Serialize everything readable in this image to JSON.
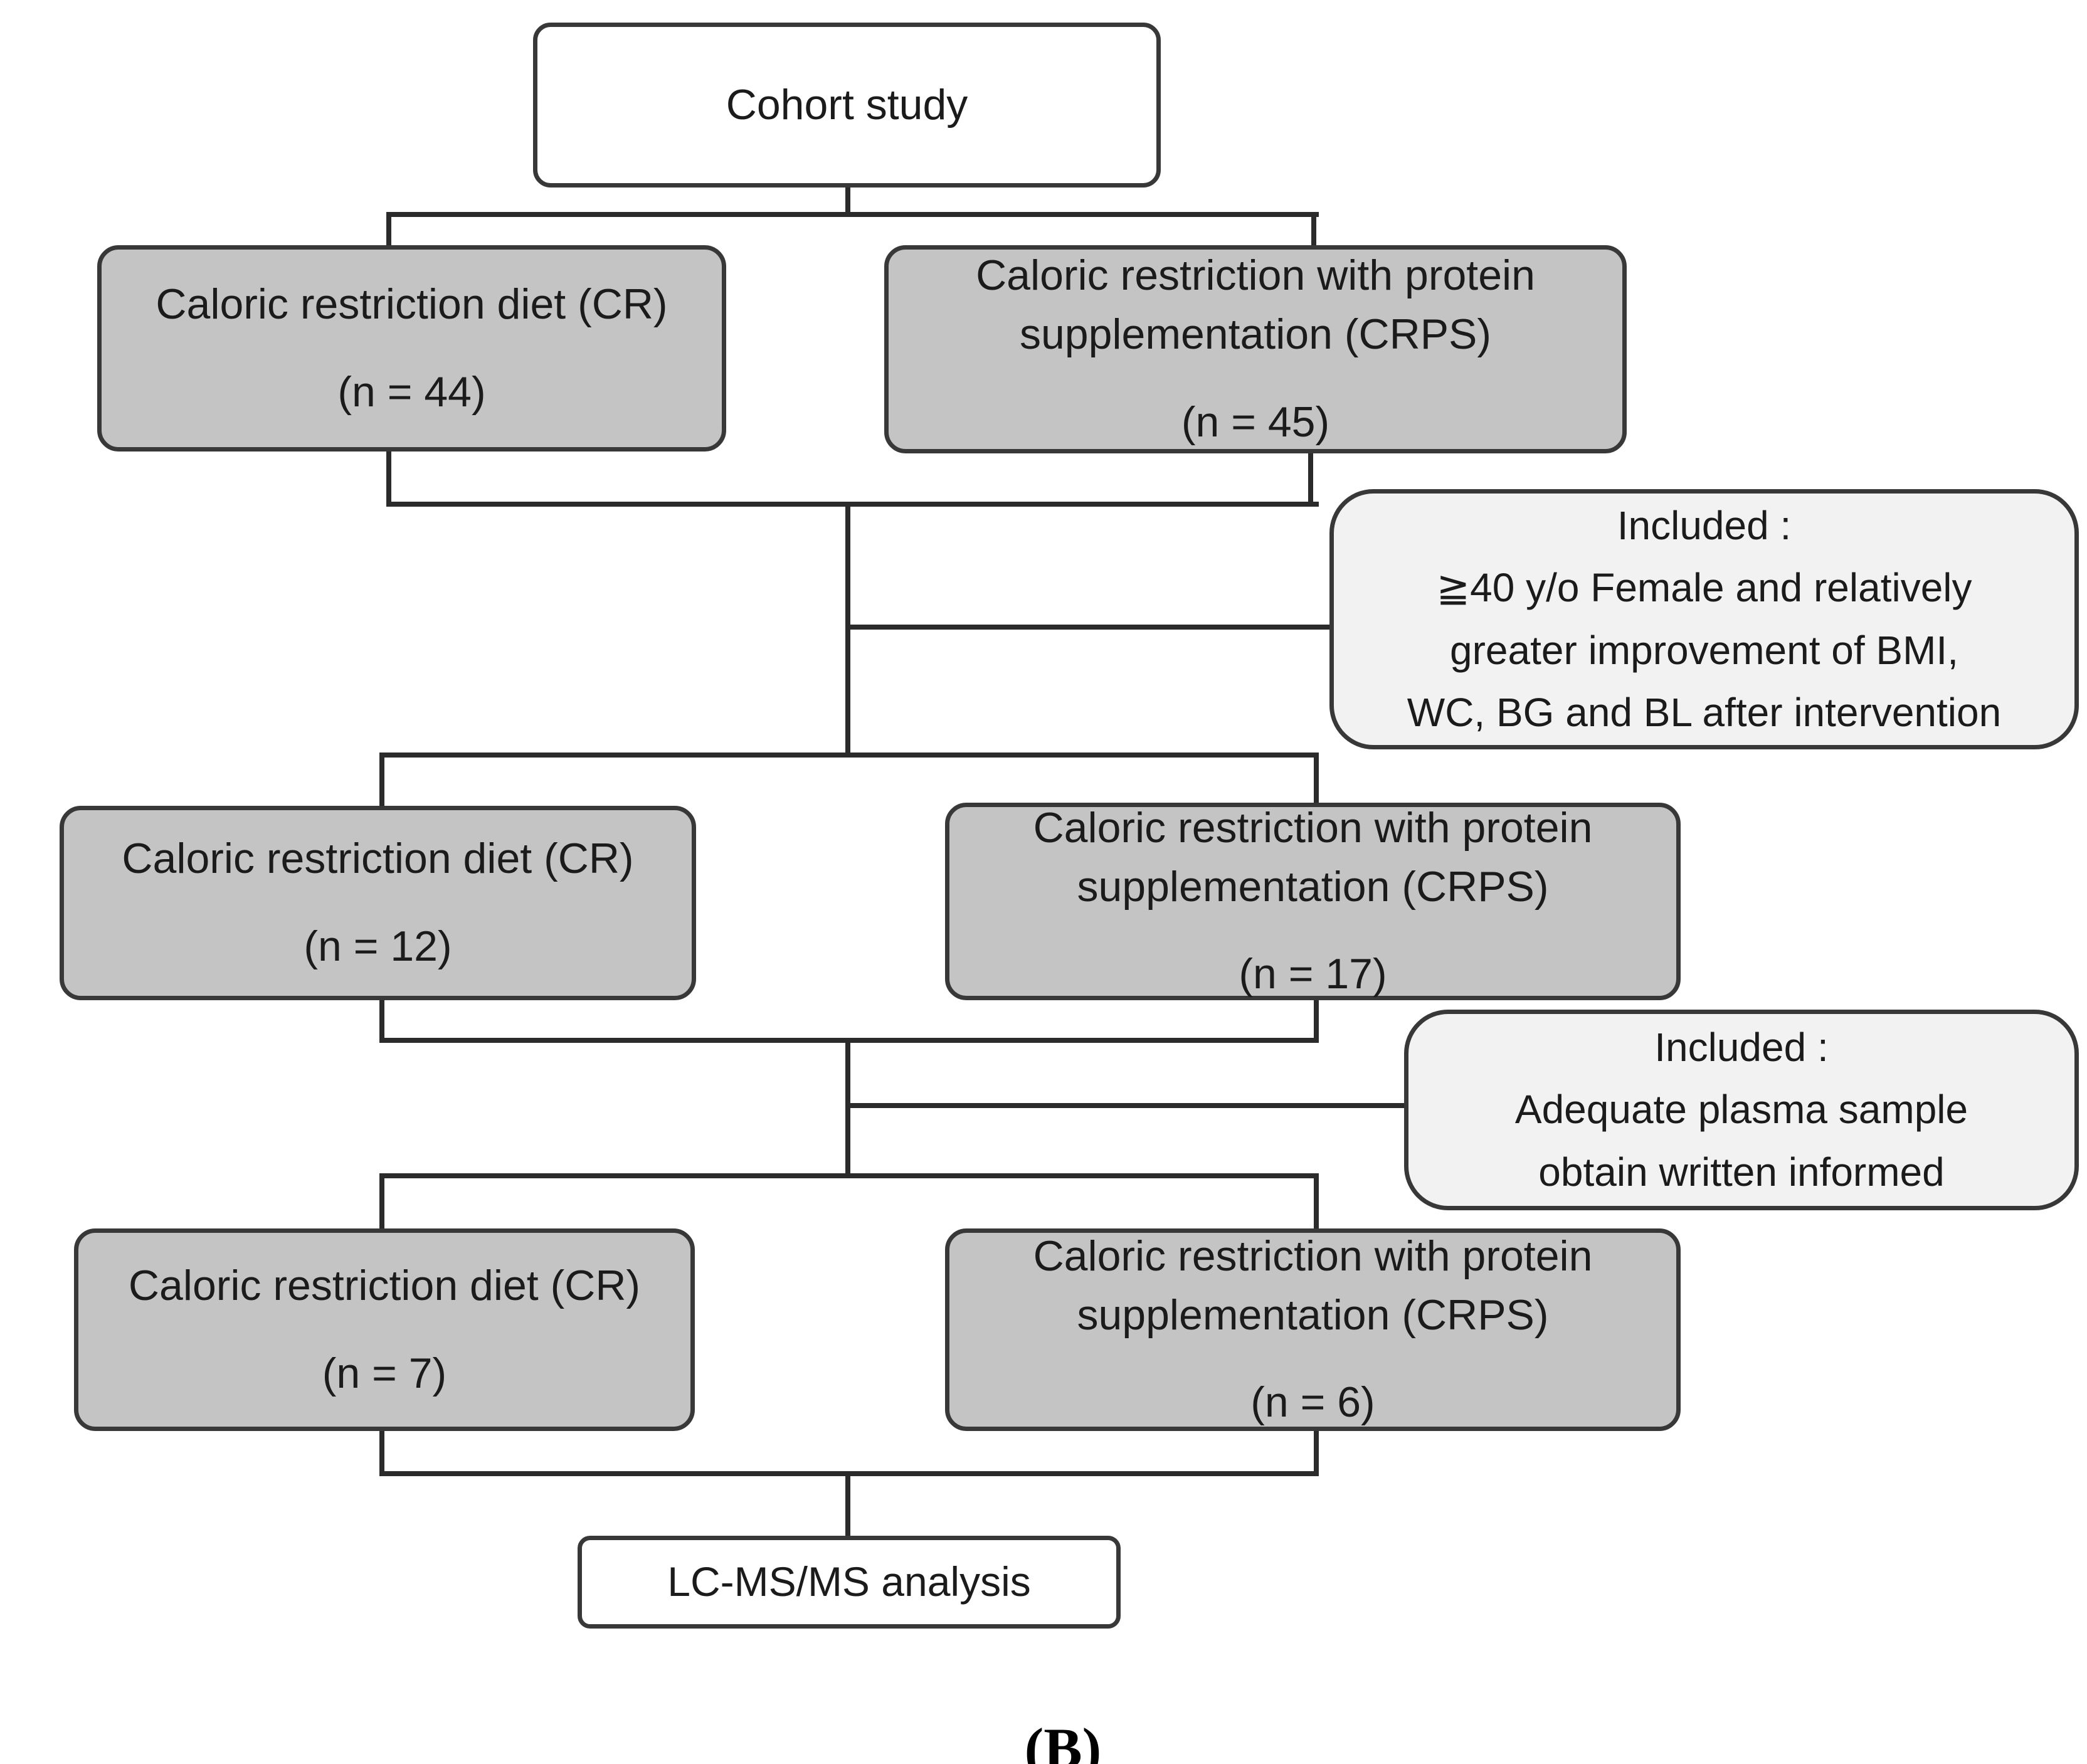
{
  "figure": {
    "caption": "(B)"
  },
  "colors": {
    "box_gray": "#c4c4c4",
    "box_light": "#f2f2f2",
    "box_white": "#ffffff",
    "border": "#383838",
    "line": "#2b2b2b",
    "text": "#1b1b1b"
  },
  "boxes": {
    "cohort": {
      "lines": [
        "Cohort study"
      ]
    },
    "cr44": {
      "lines": [
        "Caloric restriction diet (CR)"
      ],
      "count": "(n = 44)"
    },
    "crps45": {
      "lines": [
        "Caloric restriction with protein",
        "supplementation (CRPS)"
      ],
      "count": "(n = 45)"
    },
    "included1": {
      "lines": [
        "Included :",
        "≧40 y/o Female and relatively",
        "greater improvement of BMI,",
        "WC, BG and BL after intervention"
      ]
    },
    "cr12": {
      "lines": [
        "Caloric restriction diet (CR)"
      ],
      "count": "(n = 12)"
    },
    "crps17": {
      "lines": [
        "Caloric restriction with protein",
        "supplementation (CRPS)"
      ],
      "count": "(n = 17)"
    },
    "included2": {
      "lines": [
        "Included :",
        "Adequate plasma sample",
        "obtain written informed"
      ]
    },
    "cr7": {
      "lines": [
        "Caloric restriction diet (CR)"
      ],
      "count": "(n = 7)"
    },
    "crps6": {
      "lines": [
        "Caloric restriction with protein",
        "supplementation (CRPS)"
      ],
      "count": "(n = 6)"
    },
    "lcms": {
      "lines": [
        "LC-MS/MS analysis"
      ]
    }
  }
}
